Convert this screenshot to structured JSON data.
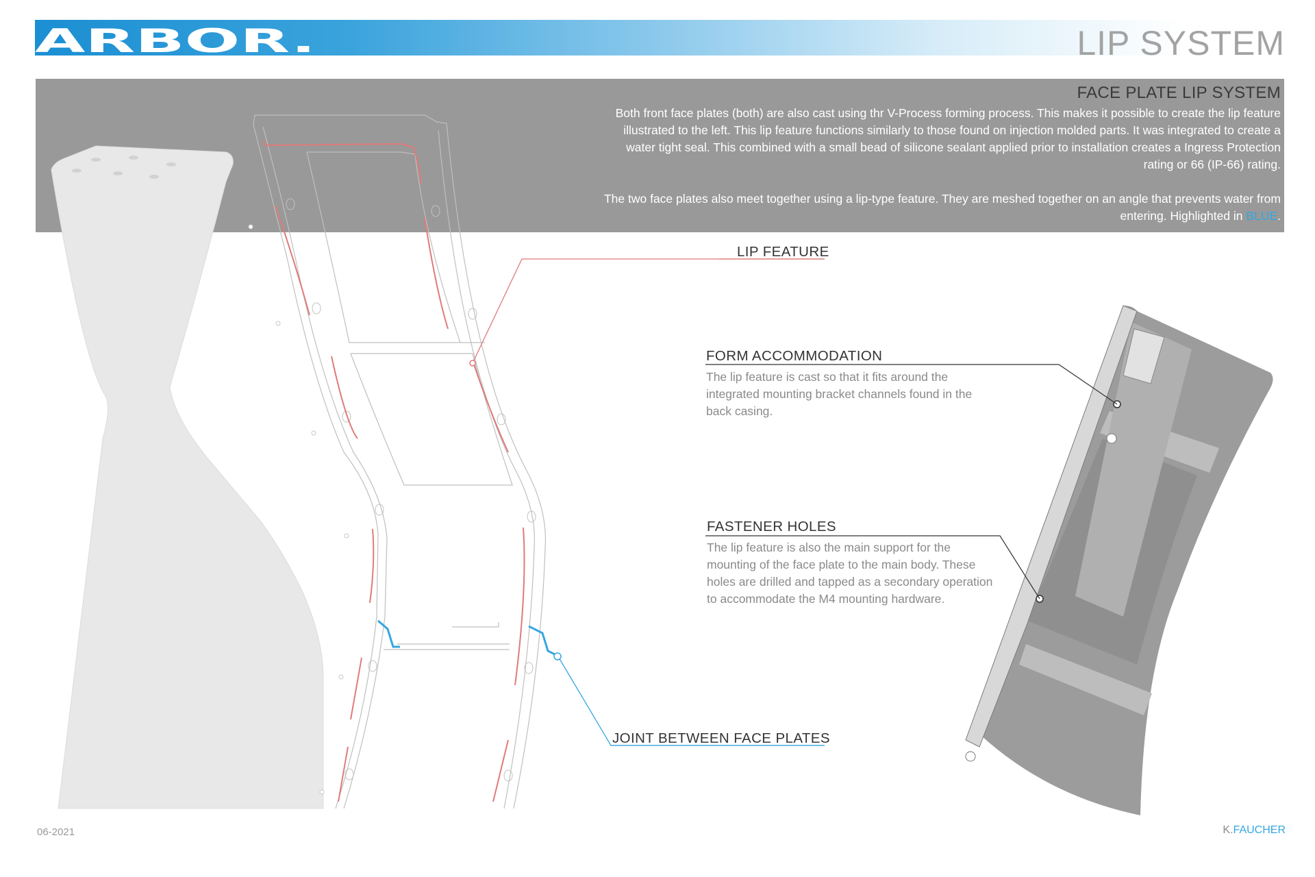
{
  "header": {
    "brand": "ARBOR.",
    "page_title": "LIP SYSTEM"
  },
  "panel": {
    "heading": "FACE PLATE LIP SYSTEM",
    "paragraph_1": "Both front face plates (both) are also cast using thr V-Process forming process. This makes it possible to create the lip feature illustrated to the left. This lip feature functions similarly to those found on injection molded parts. It was integrated to create a water tight seal. This combined with a small bead of silicone sealant applied prior to installation creates a Ingress Protection rating or 66 (IP-66) rating.",
    "paragraph_2_prefix": "The two face plates also meet together using a lip-type feature. They are meshed together on an angle that prevents water from entering. Highlighted in ",
    "paragraph_2_highlight": "BLUE",
    "paragraph_2_suffix": "."
  },
  "callouts": {
    "lip_feature": "LIP FEATURE",
    "joint": "JOINT BETWEEN FACE PLATES",
    "form_title": "FORM ACCOMMODATION",
    "form_text": "The lip feature is cast so that it fits around the integrated mounting bracket channels found in the back casing.",
    "fastener_title": "FASTENER HOLES",
    "fastener_text": "The lip feature is also the main support for the mounting of the face plate to the main body. These holes are drilled and tapped as a secondary operation to accommodate the M4 mounting hardware."
  },
  "footer": {
    "date": "06-2021",
    "author_initial": "K.",
    "author_name": "FAUCHER"
  },
  "colors": {
    "brand_blue": "#1b8fd3",
    "highlight_blue": "#35a6e0",
    "lip_red": "#e07a7a",
    "panel_gray": "#999999"
  }
}
